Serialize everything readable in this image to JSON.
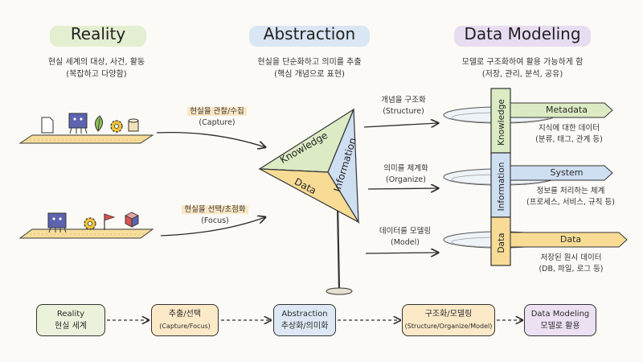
{
  "columns": {
    "reality": {
      "title": "Reality",
      "line1": "현실 세계의 대상, 사건, 활동",
      "line2": "(복잡하고 다양함)"
    },
    "abstraction": {
      "title": "Abstraction",
      "line1": "현실을 단순화하고 의미를 추출",
      "line2": "(핵심 개념으로 표현)"
    },
    "modeling": {
      "title": "Data Modeling",
      "line1": "모델로 구조화하여 활용 가능하게 함",
      "line2": "(저장, 관리, 분석, 공유)"
    }
  },
  "left_arrows": {
    "capture": {
      "ko": "현실을 관찰/수집",
      "en": "(Capture)"
    },
    "focus": {
      "ko": "현실을 선택/초점화",
      "en": "(Focus)"
    }
  },
  "triangle": {
    "knowledge": "Knowledge",
    "information": "Information",
    "data": "Data"
  },
  "right_arrows": {
    "structure": {
      "ko": "개념을 구조화",
      "en": "(Structure)"
    },
    "organize": {
      "ko": "의미를 체계화",
      "en": "(Organize)"
    },
    "model": {
      "ko": "데이터를 모델링",
      "en": "(Model)"
    }
  },
  "pillar": {
    "knowledge": "Knowledge",
    "information": "Information",
    "data": "Data"
  },
  "layers": {
    "metadata": {
      "title": "Metadata",
      "line1": "지식에 대한 데이터",
      "line2": "(분류, 태그, 관계 등)"
    },
    "system": {
      "title": "System",
      "line1": "정보를 처리하는 체계",
      "line2": "(프로세스, 서비스, 규칙 등)"
    },
    "data": {
      "title": "Data",
      "line1": "저장된 원시 데이터",
      "line2": "(DB, 파일, 로그 등)"
    }
  },
  "flow": [
    {
      "title": "Reality",
      "sub": "현실 세계",
      "color": "#eaf2dc"
    },
    {
      "title": "추출/선택",
      "sub": "(Capture/Focus)",
      "color": "#fbe9c8"
    },
    {
      "title": "Abstraction",
      "sub": "추상화/의미화",
      "color": "#dde8f4"
    },
    {
      "title": "구조화/모델링",
      "sub": "(Structure/Organize/Model)",
      "color": "#fbe9c8"
    },
    {
      "title": "Data Modeling",
      "sub": "모델로 활용",
      "color": "#ece0f2"
    }
  ],
  "colors": {
    "green": "#dcebc4",
    "blue": "#cfdff2",
    "purple": "#e2d2ef",
    "yellow": "#f8dc96",
    "ink": "#2b2b2b",
    "icon_blue": "#5d63b0",
    "icon_red": "#d9534f"
  }
}
